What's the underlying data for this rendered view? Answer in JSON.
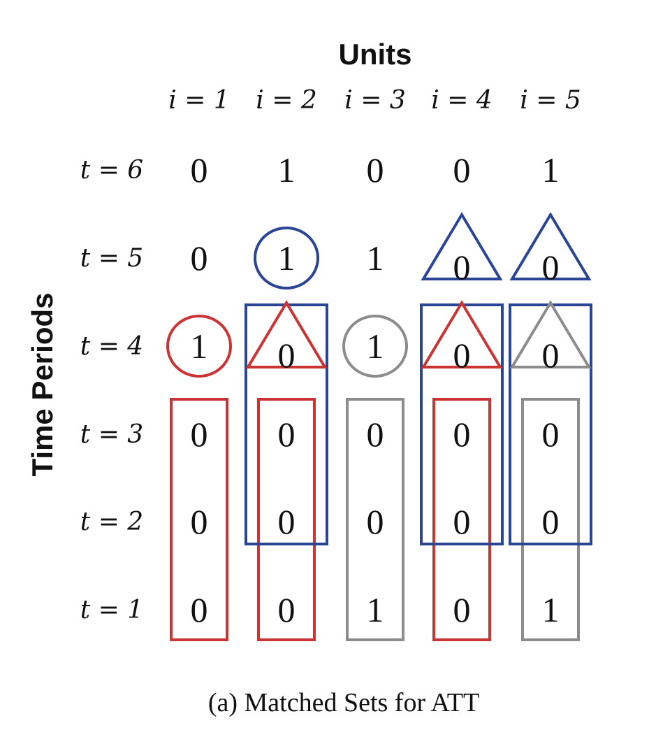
{
  "titles": {
    "units": "Units",
    "time_periods": "Time Periods"
  },
  "columns": [
    "i = 1",
    "i = 2",
    "i = 3",
    "i = 4",
    "i = 5"
  ],
  "rows": [
    "t = 6",
    "t = 5",
    "t = 4",
    "t = 3",
    "t = 2",
    "t = 1"
  ],
  "matrix": [
    [
      "0",
      "1",
      "0",
      "0",
      "1"
    ],
    [
      "0",
      "1",
      "1",
      "0",
      "0"
    ],
    [
      "1",
      "0",
      "1",
      "0",
      "0"
    ],
    [
      "0",
      "0",
      "0",
      "0",
      "0"
    ],
    [
      "0",
      "0",
      "0",
      "0",
      "0"
    ],
    [
      "0",
      "0",
      "1",
      "0",
      "1"
    ]
  ],
  "colors": {
    "red": "#cc3333",
    "blue": "#2b4595",
    "gray": "#8c8c8c",
    "text": "#111111"
  },
  "annotations": {
    "circles": [
      {
        "row": 1,
        "col": 1,
        "color": "blue"
      },
      {
        "row": 2,
        "col": 0,
        "color": "red"
      },
      {
        "row": 2,
        "col": 2,
        "color": "gray"
      }
    ],
    "triangles": [
      {
        "row": 1,
        "col": 3,
        "color": "blue"
      },
      {
        "row": 1,
        "col": 4,
        "color": "blue"
      },
      {
        "row": 2,
        "col": 1,
        "color": "red"
      },
      {
        "row": 2,
        "col": 3,
        "color": "red"
      },
      {
        "row": 2,
        "col": 4,
        "color": "gray"
      }
    ],
    "rectangles": [
      {
        "col": 0,
        "row_from": 3,
        "row_to": 5,
        "color": "red"
      },
      {
        "col": 1,
        "row_from": 3,
        "row_to": 5,
        "color": "red"
      },
      {
        "col": 2,
        "row_from": 3,
        "row_to": 5,
        "color": "gray"
      },
      {
        "col": 3,
        "row_from": 3,
        "row_to": 5,
        "color": "red"
      },
      {
        "col": 4,
        "row_from": 3,
        "row_to": 5,
        "color": "gray"
      },
      {
        "col": 1,
        "row_from": 2,
        "row_to": 4,
        "color": "blue"
      },
      {
        "col": 3,
        "row_from": 2,
        "row_to": 4,
        "color": "blue"
      },
      {
        "col": 4,
        "row_from": 2,
        "row_to": 4,
        "color": "blue"
      }
    ]
  },
  "caption": "(a) Matched Sets for ATT"
}
